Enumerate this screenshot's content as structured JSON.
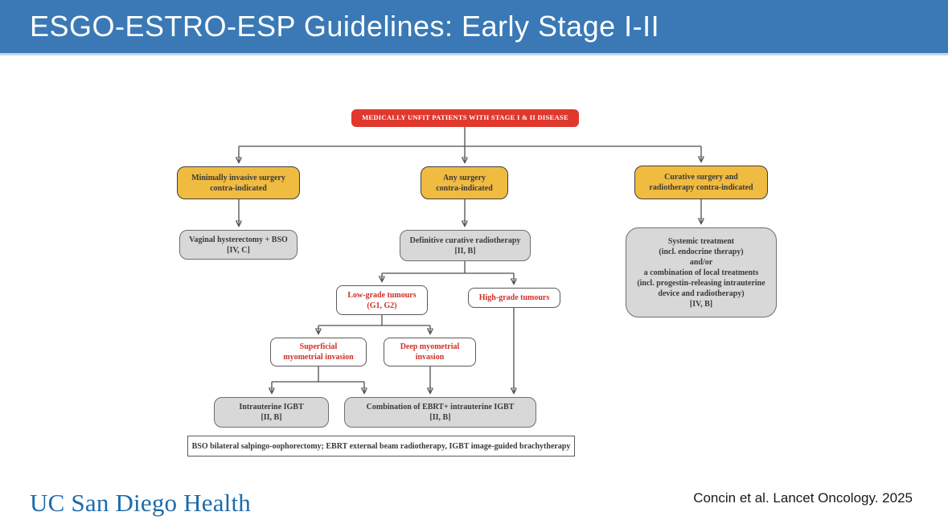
{
  "header": {
    "title": "ESGO-ESTRO-ESP Guidelines: Early Stage I-II"
  },
  "flowchart": {
    "nodes": {
      "root": {
        "label": "MEDICALLY UNFIT PATIENTS WITH STAGE I & II DISEASE"
      },
      "minimally_invasive": {
        "label": "Minimally invasive surgery\ncontra-indicated"
      },
      "any_surgery": {
        "label": "Any surgery\ncontra-indicated"
      },
      "curative_surgery_rt": {
        "label": "Curative surgery and\nradiotherapy contra-indicated"
      },
      "vaginal_hysterectomy": {
        "label": "Vaginal hysterectomy + BSO\n[IV, C]"
      },
      "definitive_rt": {
        "label": "Definitive curative radiotherapy\n[II, B]"
      },
      "systemic_treatment": {
        "label": "Systemic treatment\n(incl. endocrine therapy)\nand/or\na combination of local treatments\n(incl. progestin-releasing intrauterine\ndevice and radiotherapy)\n[IV, B]"
      },
      "low_grade": {
        "label": "Low-grade tumours\n(G1, G2)"
      },
      "high_grade": {
        "label": "High-grade tumours"
      },
      "superficial_invasion": {
        "label": "Superficial\nmyometrial invasion"
      },
      "deep_invasion": {
        "label": "Deep myometrial\ninvasion"
      },
      "intrauterine_igbt": {
        "label": "Intrauterine IGBT\n[II, B]"
      },
      "combination_ebrt_igbt": {
        "label": "Combination of EBRT+ intrauterine IGBT\n[II, B]"
      }
    },
    "legend": "BSO bilateral salpingo-oophorectomy; EBRT external beam radiotherapy, IGBT image-guided brachytherapy"
  },
  "footer": {
    "logo": "UC San Diego Health",
    "citation": "Concin et al. Lancet Oncology. 2025"
  },
  "colors": {
    "header_bg": "#3a79b5",
    "alert_red": "#e0382d",
    "decision_yellow": "#f0bb41",
    "treatment_gray": "#d8d8d8",
    "criteria_red_text": "#cf2f28",
    "connector": "#4d4d4d",
    "logo_blue": "#1c6bab"
  }
}
